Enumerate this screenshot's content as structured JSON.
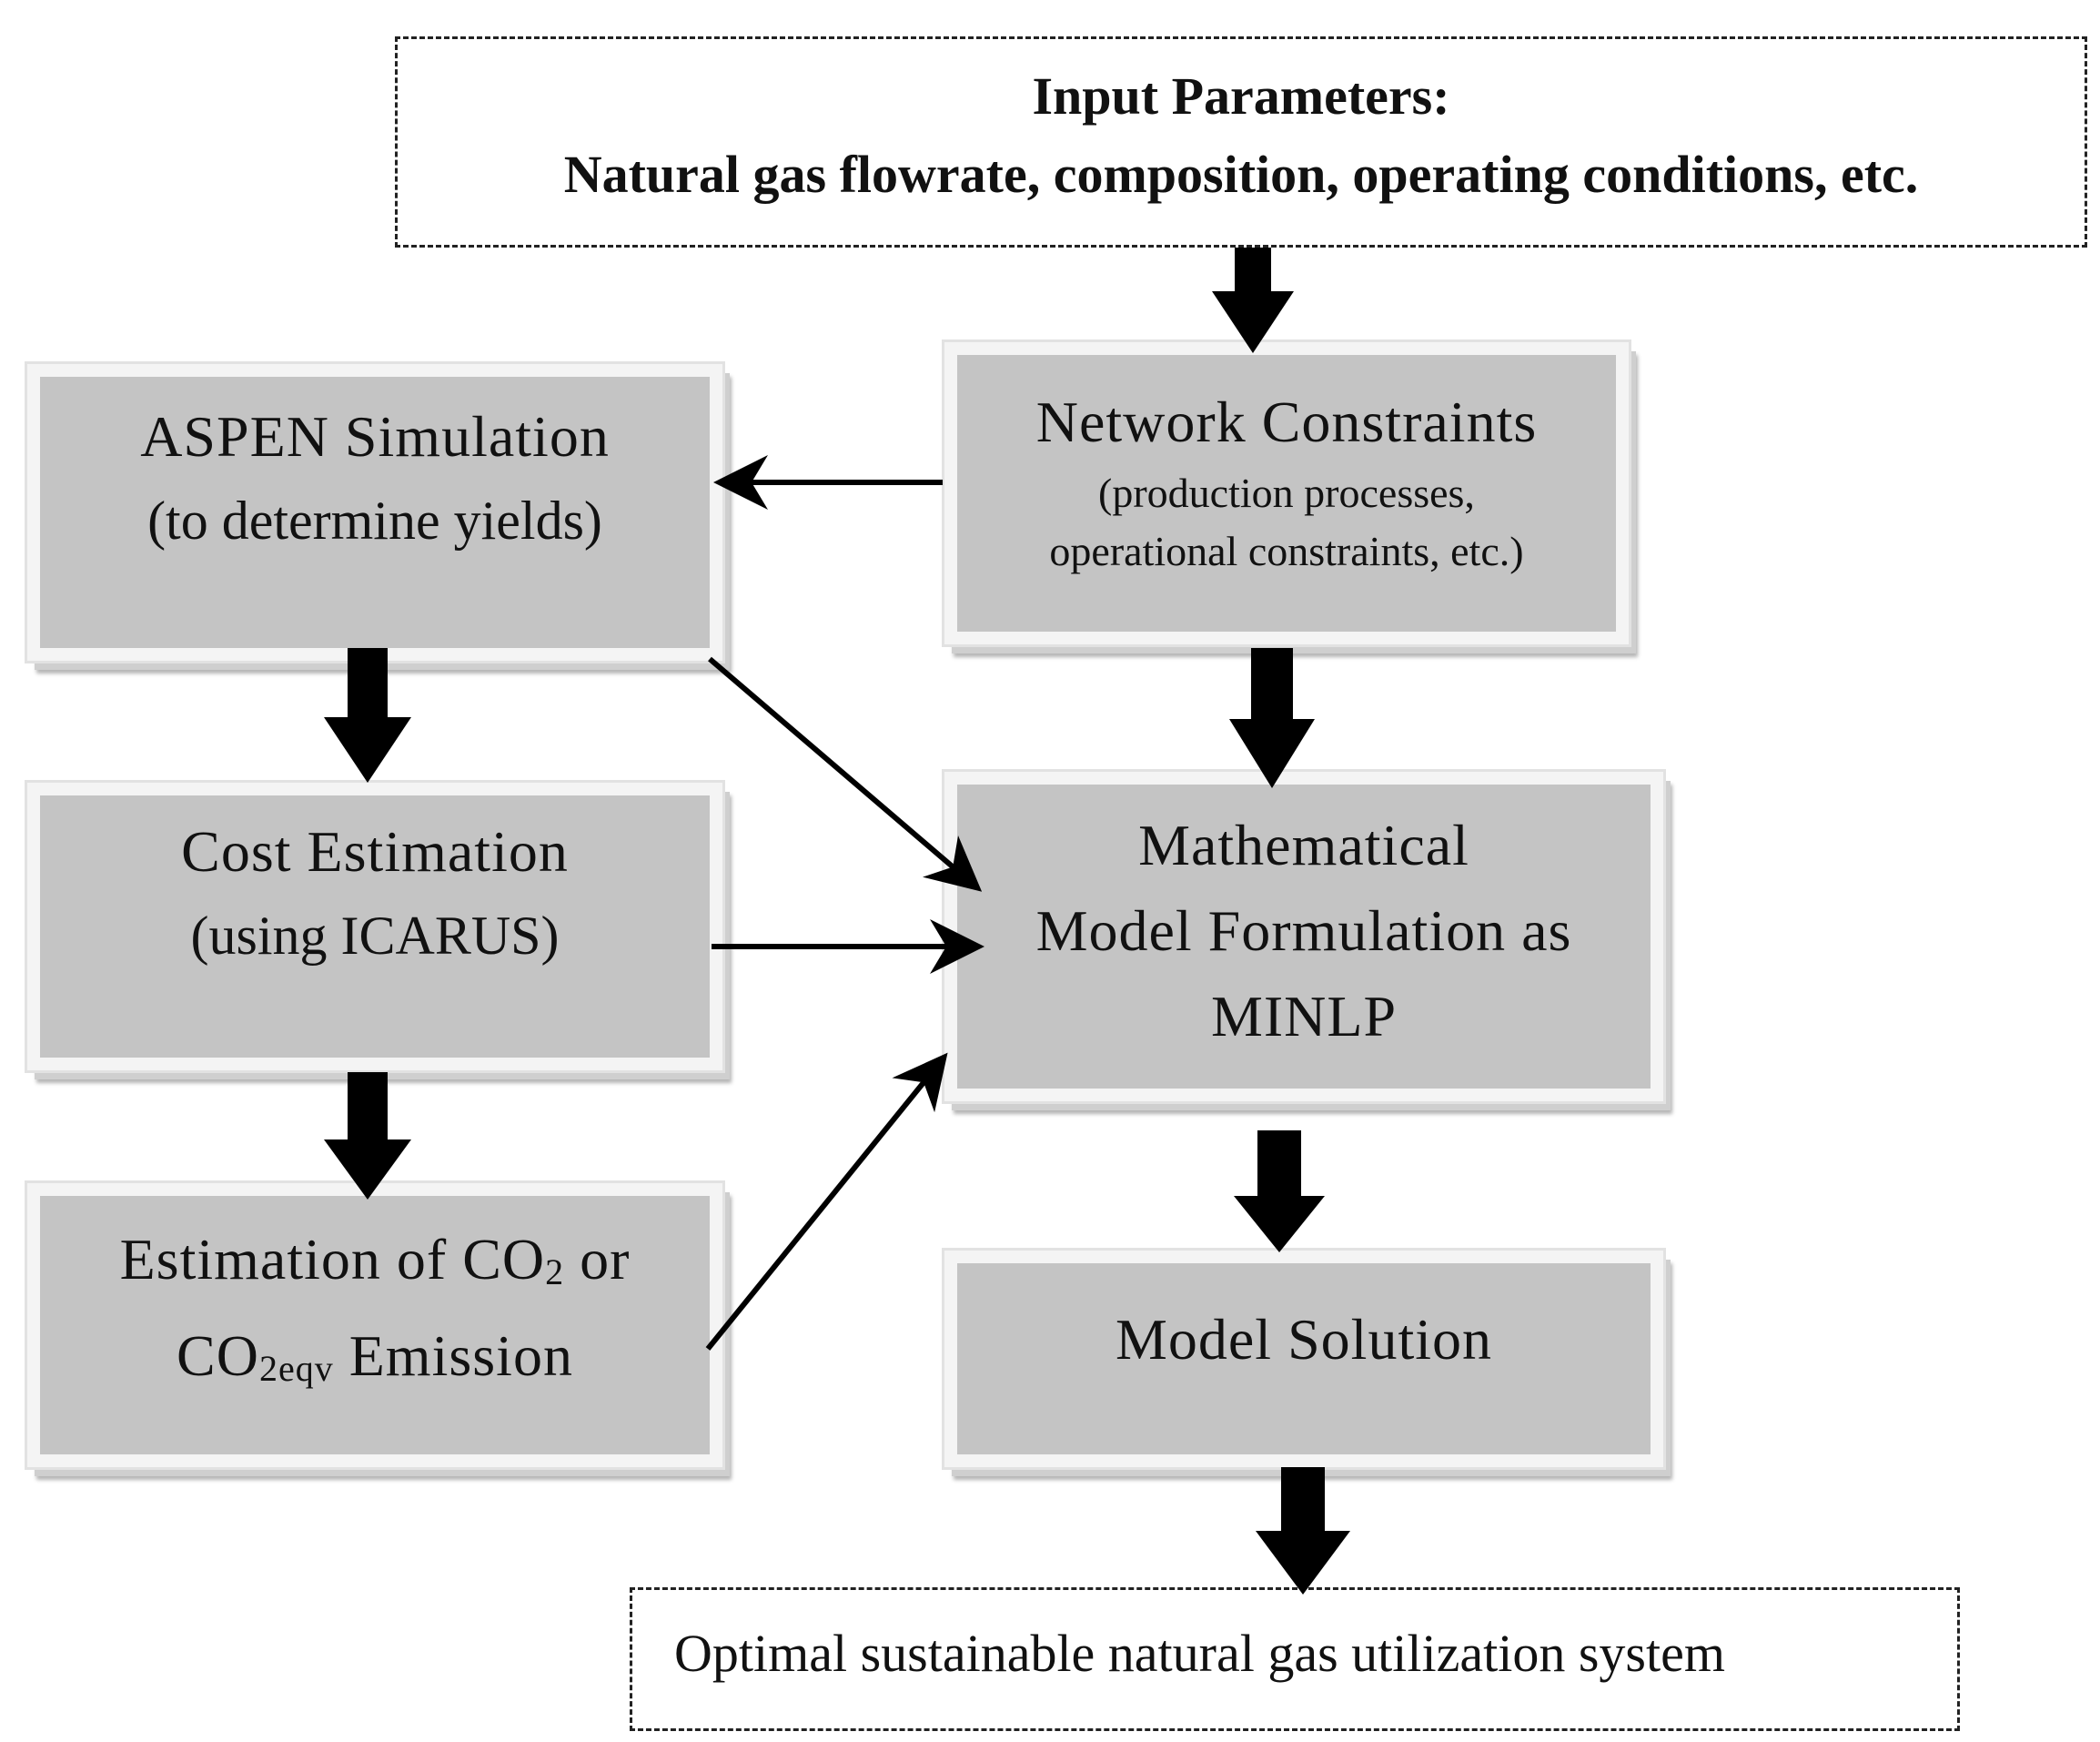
{
  "input": {
    "line1": "Input Parameters:",
    "line2": "Natural gas flowrate, composition, operating conditions, etc."
  },
  "aspen": {
    "title": "ASPEN Simulation",
    "subtitle": "(to determine yields)"
  },
  "network": {
    "title": "Network Constraints",
    "sub1": "(production processes,",
    "sub2": "operational constraints, etc.)"
  },
  "cost": {
    "title": "Cost Estimation",
    "subtitle": "(using ICARUS)"
  },
  "math": {
    "line1": "Mathematical",
    "line2": "Model Formulation as",
    "line3": "MINLP"
  },
  "emission": {
    "l1a": "Estimation of CO",
    "l1sub": "2",
    "l1b": " or",
    "l2a": "CO",
    "l2sub": "2eqv",
    "l2b": " Emission"
  },
  "solution": {
    "title": "Model Solution"
  },
  "output": {
    "text": "Optimal sustainable natural gas utilization system"
  }
}
